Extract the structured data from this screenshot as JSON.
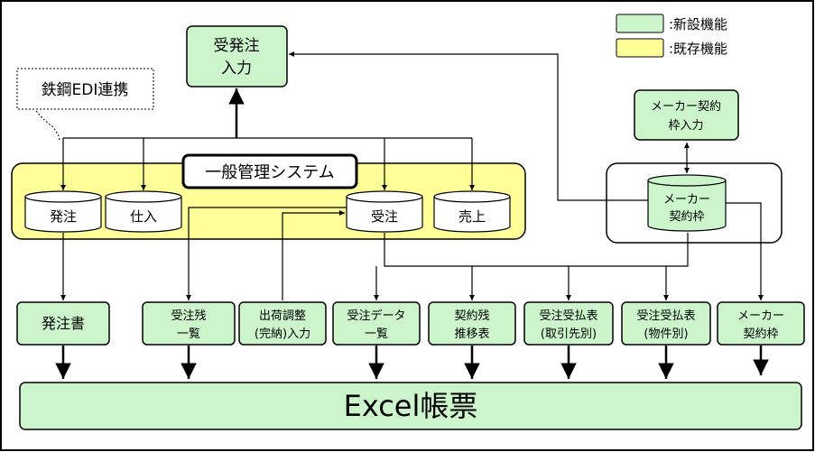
{
  "legend": {
    "new_label": ":新設機能",
    "existing_label": ":既存機能",
    "new_color": "#ccf5cc",
    "existing_color": "#ffff99"
  },
  "colors": {
    "green": "#ccf5cc",
    "yellow": "#ffff99",
    "stroke": "#000000"
  },
  "juhatchu_input": {
    "line1": "受発注",
    "line2": "入力"
  },
  "edi": {
    "label": "鉄鋼EDI連携"
  },
  "maker_contract_input": {
    "line1": "メーカー契約",
    "line2": "枠入力"
  },
  "system": {
    "title": "一般管理システム",
    "dbs": {
      "hacchu": "発注",
      "shiire": "仕入",
      "juchu": "受注",
      "uriage": "売上"
    }
  },
  "maker_db": {
    "line1": "メーカー",
    "line2": "契約枠"
  },
  "outputs": {
    "hacchusho": "発注書",
    "juchuzan": {
      "line1": "受注残",
      "line2": "一覧"
    },
    "shukka": {
      "line1": "出荷調整",
      "line2": "(完納)入力"
    },
    "juchu_data": {
      "line1": "受注データ",
      "line2": "一覧"
    },
    "keiyakuzan": {
      "line1": "契約残",
      "line2": "推移表"
    },
    "harai_torihiki": {
      "line1": "受注受払表",
      "line2": "(取引先別)"
    },
    "harai_bukken": {
      "line1": "受注受払表",
      "line2": "(物件別)"
    },
    "maker_waku": {
      "line1": "メーカー",
      "line2": "契約枠"
    }
  },
  "excel": {
    "label": "Excel帳票"
  }
}
